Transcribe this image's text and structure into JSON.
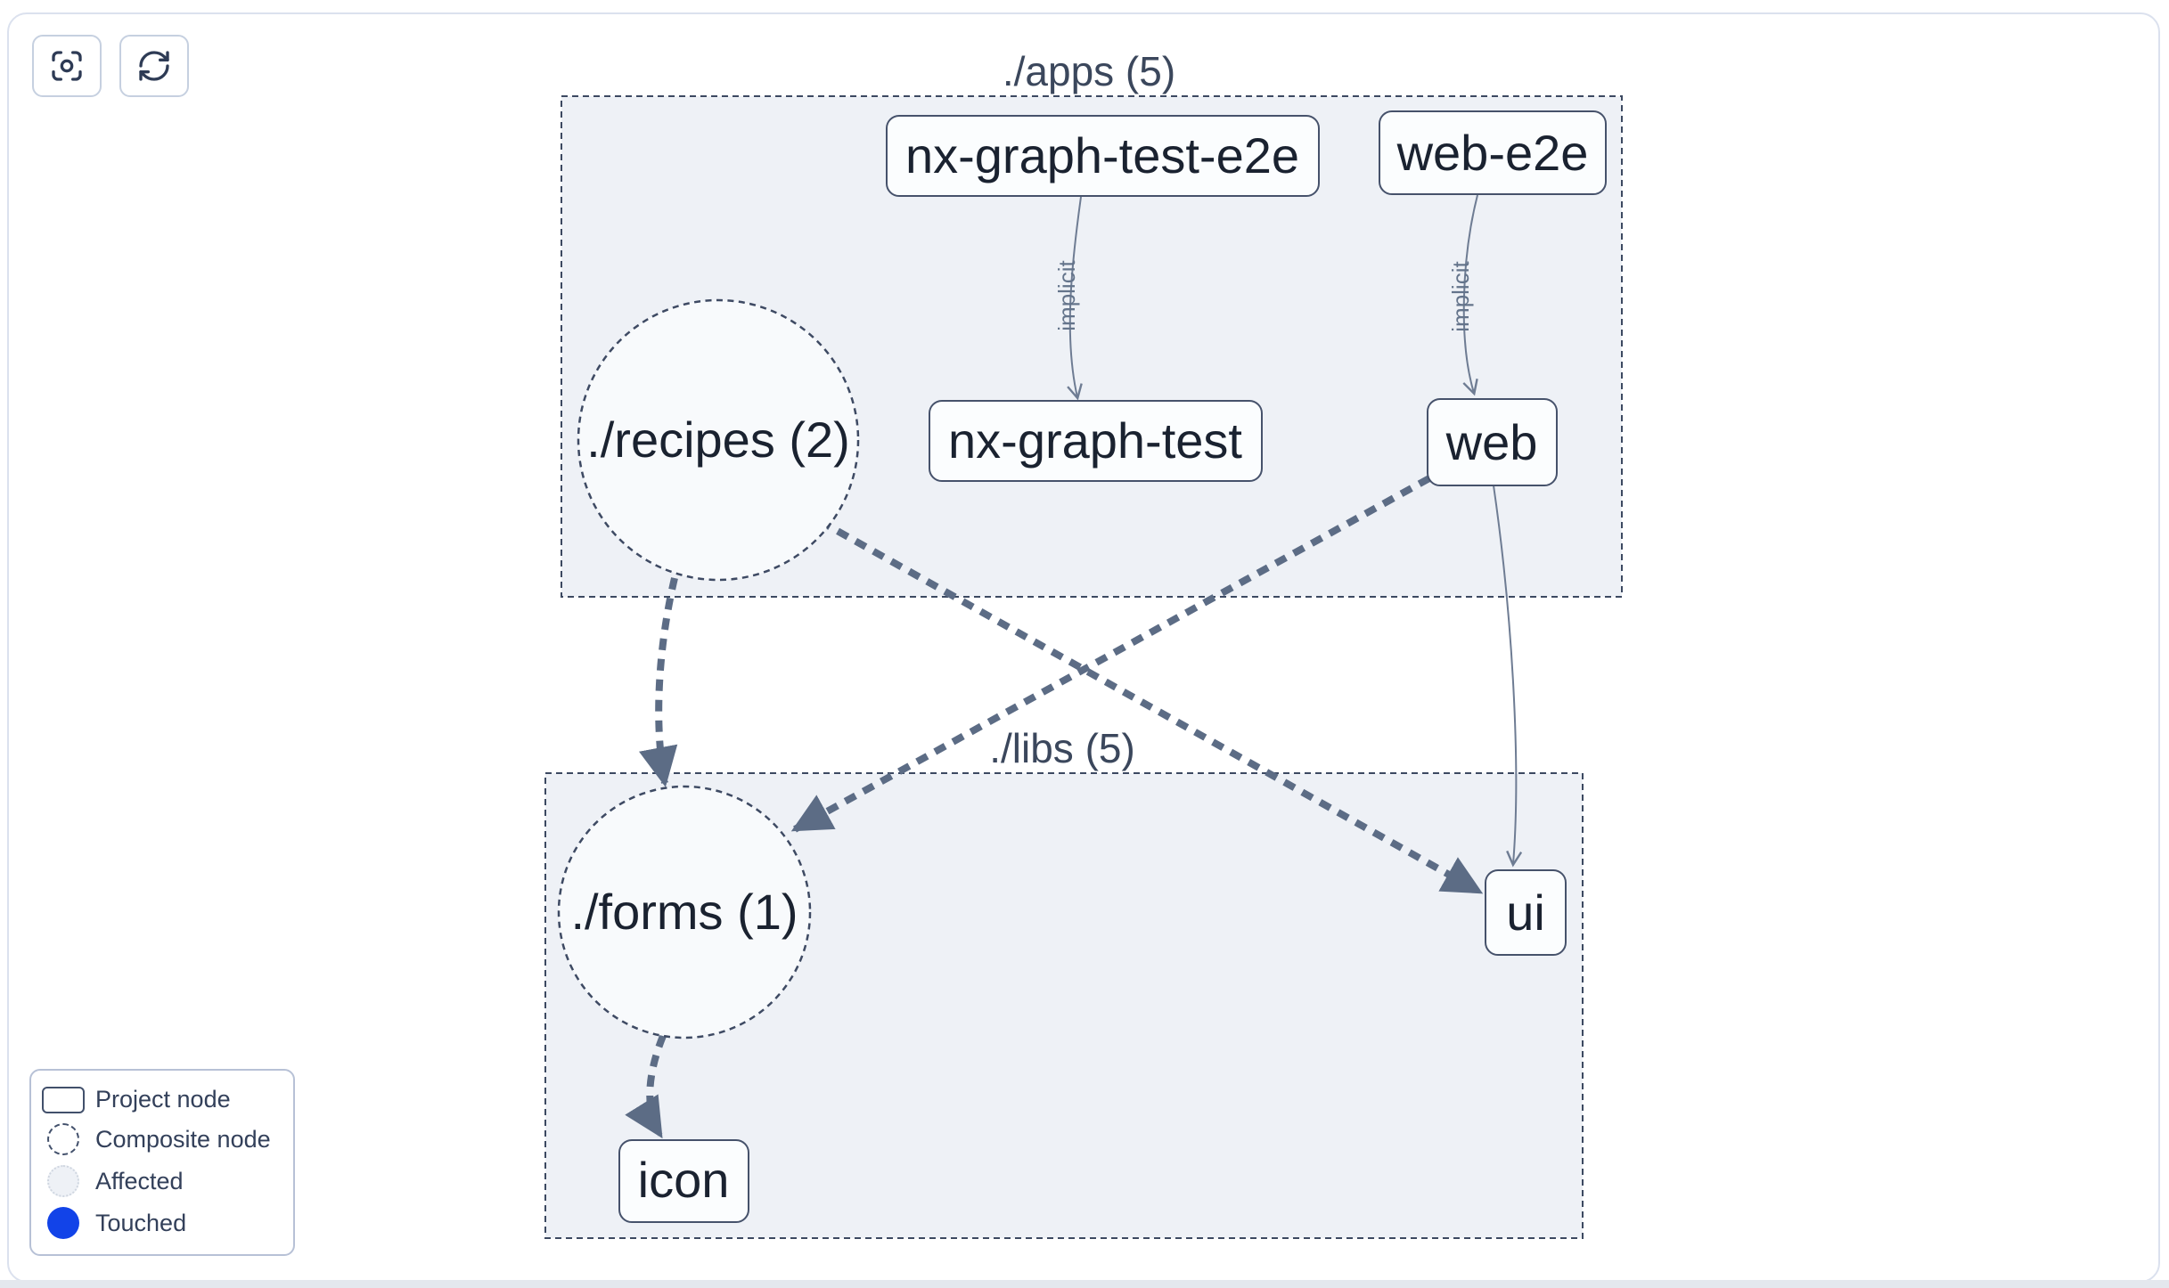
{
  "toolbar": {
    "buttons": [
      {
        "icon": "focus-center-icon"
      },
      {
        "icon": "refresh-icon"
      }
    ]
  },
  "groups": [
    {
      "label": "./apps (5)"
    },
    {
      "label": "./libs (5)"
    }
  ],
  "nodes": [
    {
      "label": "nx-graph-test-e2e",
      "type": "project"
    },
    {
      "label": "web-e2e",
      "type": "project"
    },
    {
      "label": "nx-graph-test",
      "type": "project"
    },
    {
      "label": "web",
      "type": "project"
    },
    {
      "label": "./recipes (2)",
      "type": "composite"
    },
    {
      "label": "./forms (1)",
      "type": "composite"
    },
    {
      "label": "ui",
      "type": "project"
    },
    {
      "label": "icon",
      "type": "project"
    }
  ],
  "edges": [
    {
      "from": "nx-graph-test-e2e",
      "to": "nx-graph-test",
      "label": "implicit",
      "style": "thin-solid"
    },
    {
      "from": "web-e2e",
      "to": "web",
      "label": "implicit",
      "style": "thin-solid"
    },
    {
      "from": "./recipes (2)",
      "to": "./forms (1)",
      "label": "",
      "style": "thick-dashed"
    },
    {
      "from": "./recipes (2)",
      "to": "ui",
      "label": "",
      "style": "thick-dashed"
    },
    {
      "from": "web",
      "to": "./forms (1)",
      "label": "",
      "style": "thick-dashed"
    },
    {
      "from": "web",
      "to": "ui",
      "label": "",
      "style": "thin-solid"
    },
    {
      "from": "./forms (1)",
      "to": "icon",
      "label": "",
      "style": "thick-dashed"
    }
  ],
  "legend": {
    "items": [
      {
        "swatch": "project-node",
        "label": "Project node"
      },
      {
        "swatch": "composite-node",
        "label": "Composite node"
      },
      {
        "swatch": "affected",
        "label": "Affected"
      },
      {
        "swatch": "touched",
        "label": "Touched"
      }
    ]
  },
  "colors": {
    "touched_blue": "#1243e8",
    "group_fill": "#eef1f6",
    "group_border": "#3c4961",
    "node_border": "#46526b",
    "node_text": "#1a2230",
    "edge_thick": "#5c6c85",
    "edge_thin": "#6e7c93",
    "frame_border": "#dbe1ee"
  }
}
